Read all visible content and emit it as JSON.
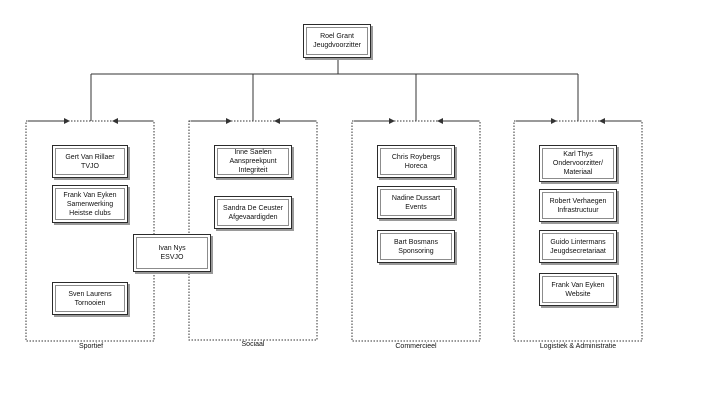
{
  "root": {
    "name": "Roel Grant",
    "role": "Jeugdvoorzitter"
  },
  "departments": [
    {
      "label": "Sportief",
      "members": [
        {
          "text": "Gert Van Rillaer\nTVJO"
        },
        {
          "text": "Frank Van Eyken\nSamenwerking\nHeistse clubs"
        },
        {
          "text": "Sven Laurens\nTornooien"
        }
      ]
    },
    {
      "label": "Sociaal",
      "members": [
        {
          "text": "Inne Saelen\nAanspreekpunt\nIntegriteit"
        },
        {
          "text": "Sandra De Ceuster\nAfgevaardigden"
        }
      ]
    },
    {
      "label": "Commercieel",
      "members": [
        {
          "text": "Chris Roybergs\nHoreca"
        },
        {
          "text": "Nadine Dussart\nEvents"
        },
        {
          "text": "Bart Bosmans\nSponsoring"
        }
      ]
    },
    {
      "label": "Logistiek & Administratie",
      "members": [
        {
          "text": "Karl Thys\nOndervoorzitter/\nMateriaal"
        },
        {
          "text": "Robert Verhaegen\nInfrastructuur"
        },
        {
          "text": "Guido Lintermans\nJeugdsecretariaat"
        },
        {
          "text": "Frank Van Eyken\nWebsite"
        }
      ]
    }
  ],
  "floating": {
    "text": "Ivan Nys\nESVJO"
  }
}
